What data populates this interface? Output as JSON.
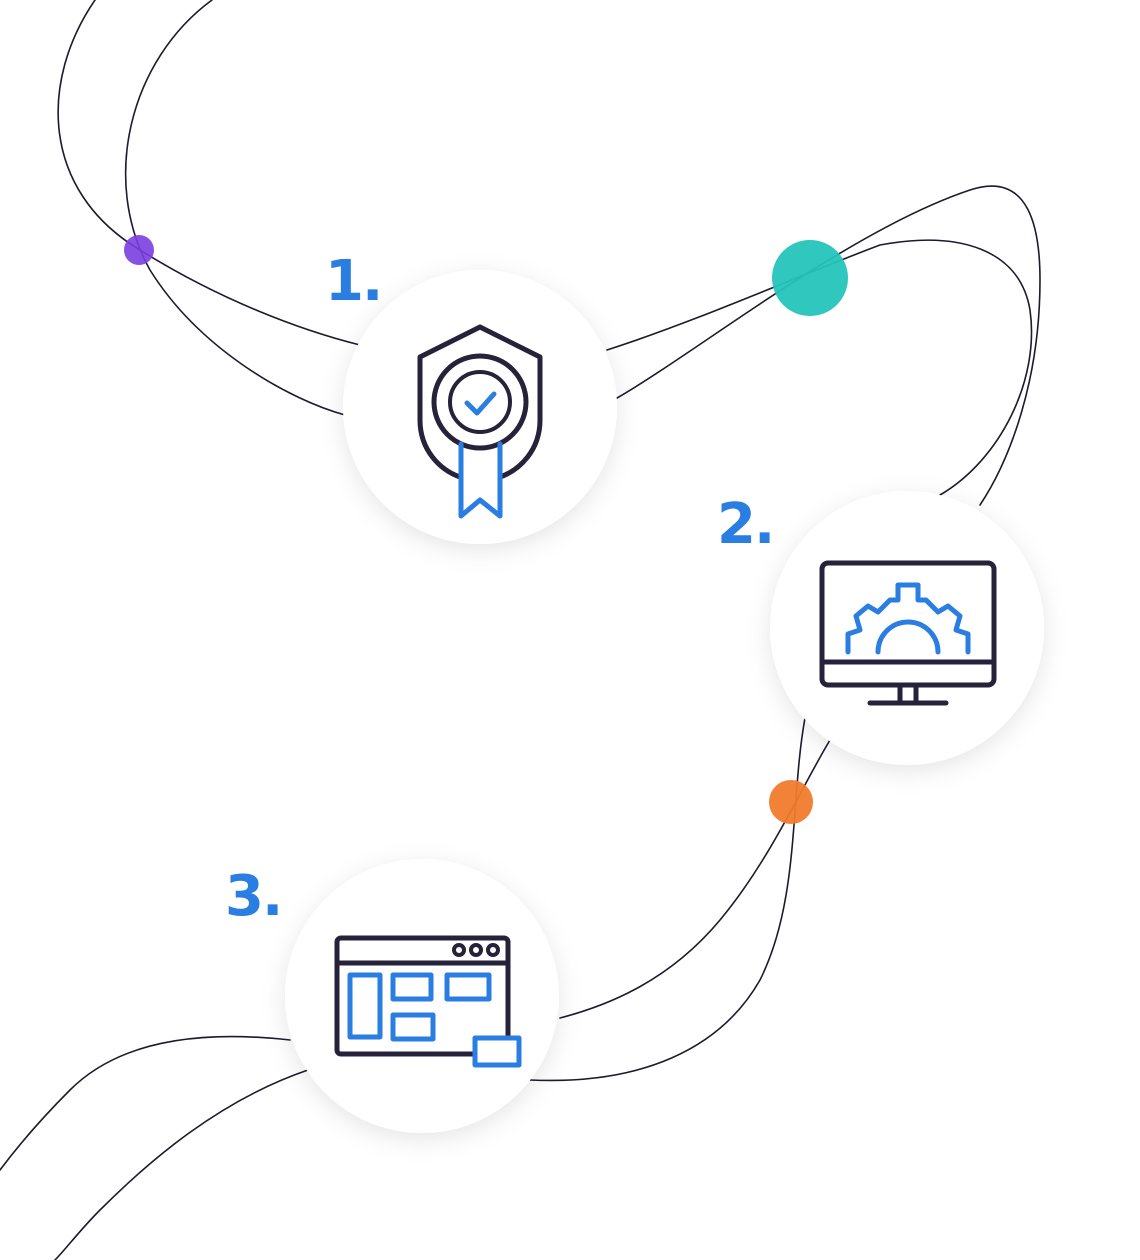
{
  "colors": {
    "accent_blue": "#2a7de1",
    "outline_dark": "#25223a",
    "path_line": "#1c1a2e",
    "circle_fill": "#ffffff",
    "dot_purple": "#7a3fe0",
    "dot_teal": "#24c4bb",
    "dot_orange": "#f07b2c"
  },
  "steps": [
    {
      "number": "1.",
      "icon": "award-badge-icon"
    },
    {
      "number": "2.",
      "icon": "monitor-gear-icon"
    },
    {
      "number": "3.",
      "icon": "browser-layout-icon"
    }
  ],
  "dots": [
    {
      "name": "purple-dot",
      "color": "#7a3fe0"
    },
    {
      "name": "teal-dot",
      "color": "#24c4bb"
    },
    {
      "name": "orange-dot",
      "color": "#f07b2c"
    }
  ]
}
